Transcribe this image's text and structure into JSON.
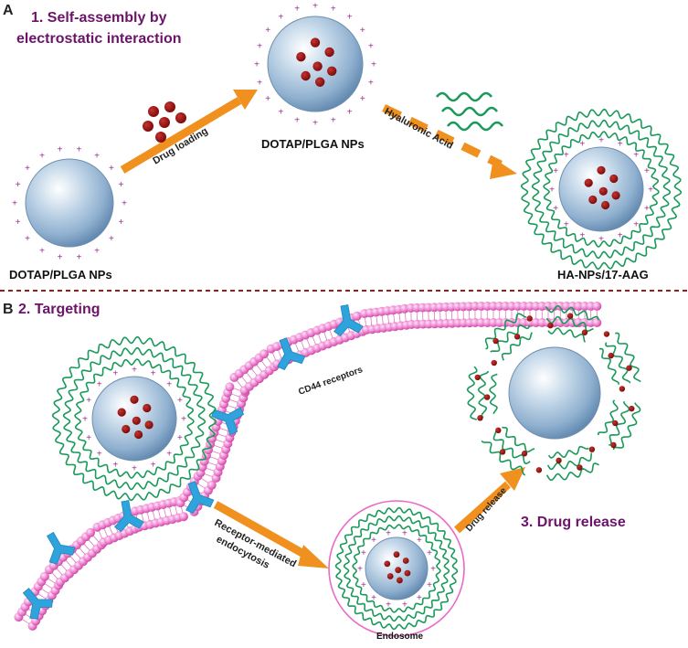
{
  "panel_a": {
    "letter": "A",
    "title_line1": "1. Self-assembly by",
    "title_line2": "electrostatic interaction",
    "left_np_label": "DOTAP/PLGA NPs",
    "middle_np_label": "DOTAP/PLGA NPs",
    "right_np_label": "HA-NPs/17-AAG",
    "arrow1_label": "Drug loading",
    "arrow2_label": "Hyaluronic Acid"
  },
  "panel_b": {
    "letter": "B",
    "title": "2. Targeting",
    "receptor_label": "CD44 receptors",
    "endocytosis_line1": "Receptor-mediated",
    "endocytosis_line2": "endocytosis",
    "endosome_label": "Endosome",
    "release_arrow_label": "Drug release",
    "release_title": "3. Drug release"
  },
  "colors": {
    "title_purple": "#6b1469",
    "arrow_orange": "#f0901e",
    "hyaluronic_green": "#1a9a5a",
    "drug_red": "#8b0c0c",
    "charge_purple": "#9b2d8f",
    "membrane_pink": "#e86ac6",
    "receptor_blue": "#2ea3dc",
    "divider_red": "#9b1b1b",
    "np_blue": "#8fb0cf"
  }
}
